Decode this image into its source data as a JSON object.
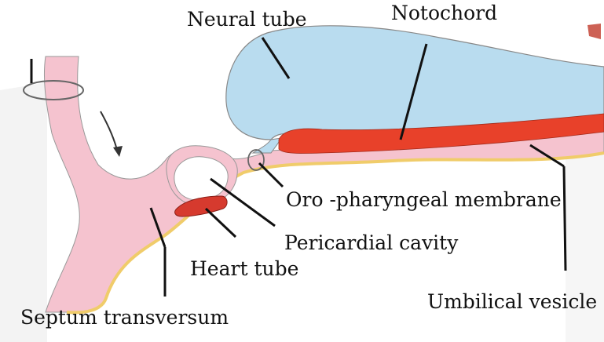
{
  "labels": {
    "neural_tube": "Neural tube",
    "notochord": "Notochord",
    "oro_pharyngeal": "Oro -pharyngeal membrane",
    "pericardial": "Pericardial cavity",
    "heart_tube": "Heart tube",
    "umbilical": "Umbilical vesicle",
    "septum": "Septum transversum"
  },
  "colors": {
    "neural_tube": "#b9dcef",
    "notochord": "#e8412a",
    "embryo_tissue": "#f5c3cf",
    "outline": "#888888",
    "endoderm_edge": "#f2d27a",
    "heart_tube": "#d63a2e",
    "leader_line": "#111111",
    "background_patch": "#f1f1f1"
  }
}
